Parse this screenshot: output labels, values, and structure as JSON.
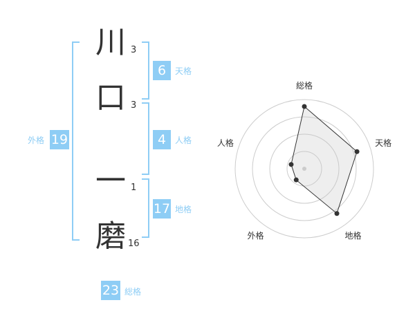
{
  "name": {
    "chars": [
      {
        "char": "川",
        "strokes": "3"
      },
      {
        "char": "口",
        "strokes": "3"
      },
      {
        "char": "一",
        "strokes": "1"
      },
      {
        "char": "磨",
        "strokes": "16"
      }
    ]
  },
  "kaku": {
    "tenkaku": {
      "value": "6",
      "label": "天格"
    },
    "jinkaku": {
      "value": "4",
      "label": "人格"
    },
    "chikaku": {
      "value": "17",
      "label": "地格"
    },
    "gaikaku": {
      "value": "19",
      "label": "外格"
    },
    "soukaku": {
      "value": "23",
      "label": "総格"
    }
  },
  "colors": {
    "accent": "#8ecdf5",
    "text": "#333333"
  },
  "chart_data": {
    "type": "radar",
    "axes": [
      "総格",
      "天格",
      "地格",
      "外格",
      "人格"
    ],
    "values": [
      0.9,
      0.8,
      0.8,
      0.2,
      0.2
    ],
    "rlim": [
      0,
      1
    ],
    "rings": 4,
    "grid": true
  }
}
